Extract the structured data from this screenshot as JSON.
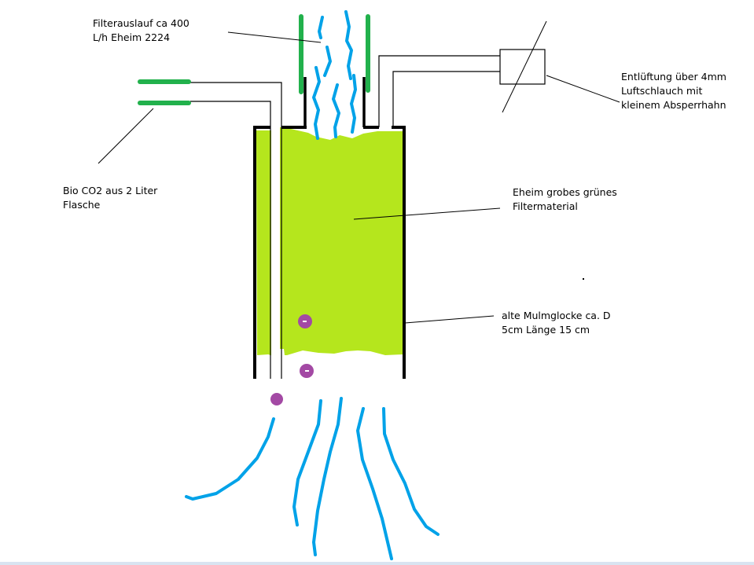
{
  "labels": {
    "filter_outlet": {
      "line1": "Filterauslauf ca 400",
      "line2": "L/h Eheim 2224"
    },
    "co2": {
      "line1": "Bio CO2 aus 2 Liter",
      "line2": "Flasche"
    },
    "venting": {
      "line1": "Entlüftung  über 4mm",
      "line2": "Luftschlauch mit",
      "line3": "kleinem Absperrhahn"
    },
    "filter_material": {
      "line1": "Eheim grobes grünes",
      "line2": "Filtermaterial"
    },
    "mulm_bell": {
      "line1": "alte Mulmglocke  ca. D",
      "line2": "5cm Länge 15 cm"
    }
  },
  "colors": {
    "filter_material": "#b5e61d",
    "water": "#00a2e8",
    "hose": "#22b14c",
    "bubble": "#a349a4",
    "outline": "#000000",
    "background": "#ffffff"
  }
}
